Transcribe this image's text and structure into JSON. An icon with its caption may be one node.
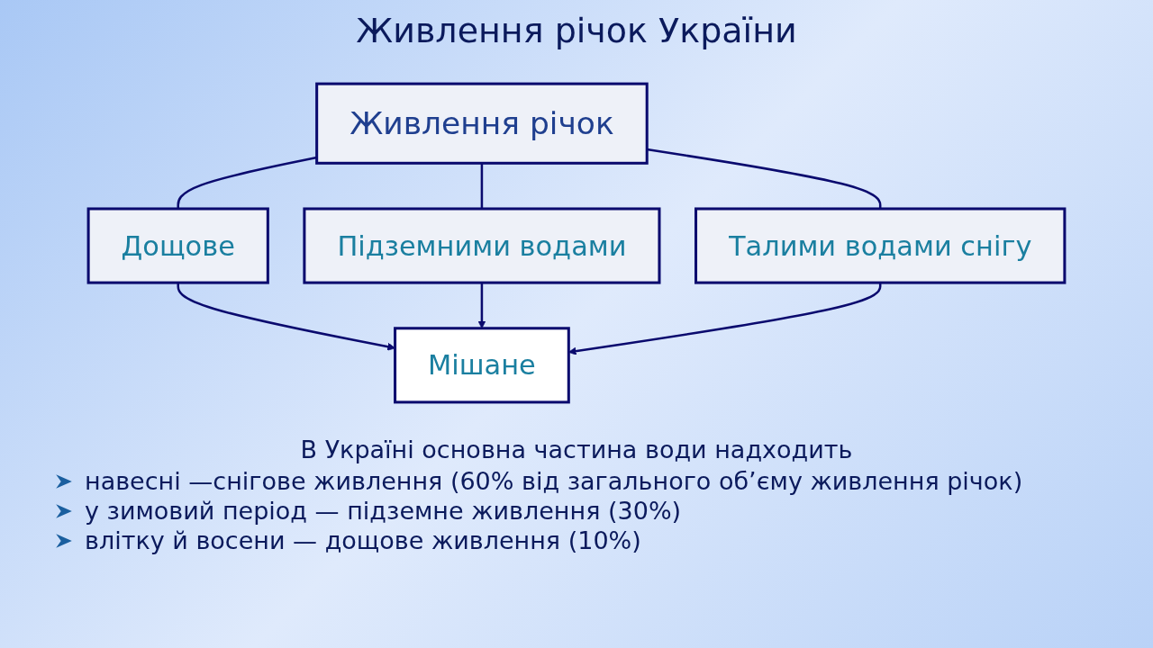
{
  "diagram": {
    "title": "Живлення річок України",
    "nodes": [
      {
        "text": [
          "Живлення річок"
        ]
      },
      {
        "text": [
          "Дощове"
        ]
      },
      {
        "text": [
          "Підземними водами"
        ]
      },
      {
        "text": [
          "Талими водами снігу"
        ]
      },
      {
        "text": [
          "Мішане"
        ]
      }
    ],
    "edges": [
      {
        "from": 0,
        "to": 1,
        "arrow": "none"
      },
      {
        "from": 0,
        "to": 2,
        "arrow": "none"
      },
      {
        "from": 0,
        "to": 3,
        "arrow": "none"
      },
      {
        "from": 1,
        "to": 4,
        "arrow": "to"
      },
      {
        "from": 2,
        "to": 4,
        "arrow": "to"
      },
      {
        "from": 3,
        "to": 4,
        "arrow": "to"
      }
    ],
    "labels": [
      "В Україні основна частина води надходить",
      "навесні —снігове живлення (60% від загального об’єму живлення річок)",
      "у зимовий період — підземне живлення (30%)",
      "влітку й восени — дощове живлення (10%)"
    ]
  }
}
